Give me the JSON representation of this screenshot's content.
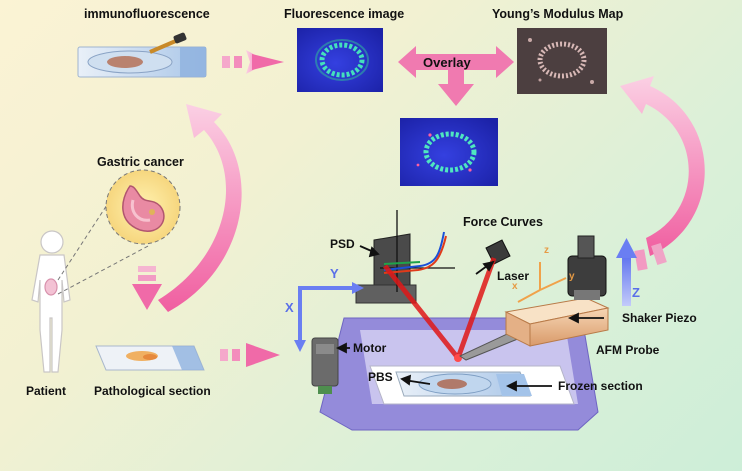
{
  "labels": {
    "immunofluorescence": "immunofluorescence",
    "fluorescence_image": "Fluorescence image",
    "youngs_modulus_map": "Young’s Modulus Map",
    "overlay": "Overlay",
    "gastric_cancer": "Gastric cancer",
    "patient": "Patient",
    "pathological_section": "Pathological section",
    "psd": "PSD",
    "force_curves": "Force Curves",
    "laser": "Laser",
    "shaker_piezo": "Shaker Piezo",
    "afm_probe": "AFM Probe",
    "motor": "Motor",
    "pbs": "PBS",
    "frozen_section": "Frozen section",
    "axis_x": "X",
    "axis_y": "Y",
    "axis_z": "Z",
    "mini_axis_x": "x",
    "mini_axis_y": "y",
    "mini_axis_z": "z"
  },
  "colors": {
    "pink_arrow": "#f06aa8",
    "blue_arrow": "#6a7ef2",
    "fluorescence_bg": "#2c33d8",
    "fluorescence_ring": "#3fe0b8",
    "modulus_bg": "#4a3a3a",
    "laser": "#e01818",
    "stage_purple": "#8e84d8"
  }
}
